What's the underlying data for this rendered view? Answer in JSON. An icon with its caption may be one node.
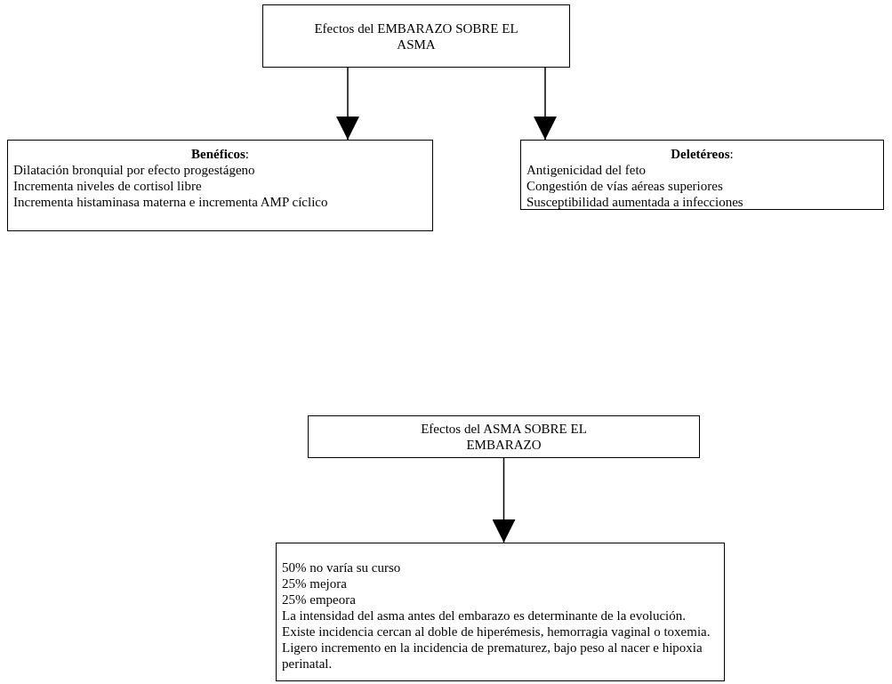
{
  "diagram": {
    "nodes": [
      {
        "text": [
          "Efectos del EMBARAZO SOBRE EL ASMA"
        ]
      },
      {
        "text": [
          "**Benéficos**:",
          "Dilatación bronquial por efecto progestágeno",
          "Incrementa niveles de cortisol libre",
          "Incrementa histaminasa materna e incrementa AMP cíclico"
        ]
      },
      {
        "text": [
          "**Deletéreos**:",
          "Antigenicidad del feto",
          "Congestión de vías aéreas superiores",
          "Susceptibilidad aumentada a infecciones"
        ]
      },
      {
        "text": [
          "Efectos del ASMA SOBRE EL EMBARAZO"
        ]
      },
      {
        "text": [
          "50% no varía su curso",
          "25% mejora",
          "25% empeora",
          "La intensidad del asma antes del embarazo es determinante de la evolución.",
          "Existe incidencia cercan al doble de hiperémesis, hemorragia vaginal o toxemia.",
          "Ligero incremento en la incidencia de prematurez, bajo peso al nacer e hipoxia perinatal."
        ]
      }
    ],
    "edges": [
      {
        "from": 0,
        "to": 1,
        "arrow": "to"
      },
      {
        "from": 0,
        "to": 2,
        "arrow": "to"
      },
      {
        "from": 3,
        "to": 4,
        "arrow": "to"
      }
    ]
  }
}
